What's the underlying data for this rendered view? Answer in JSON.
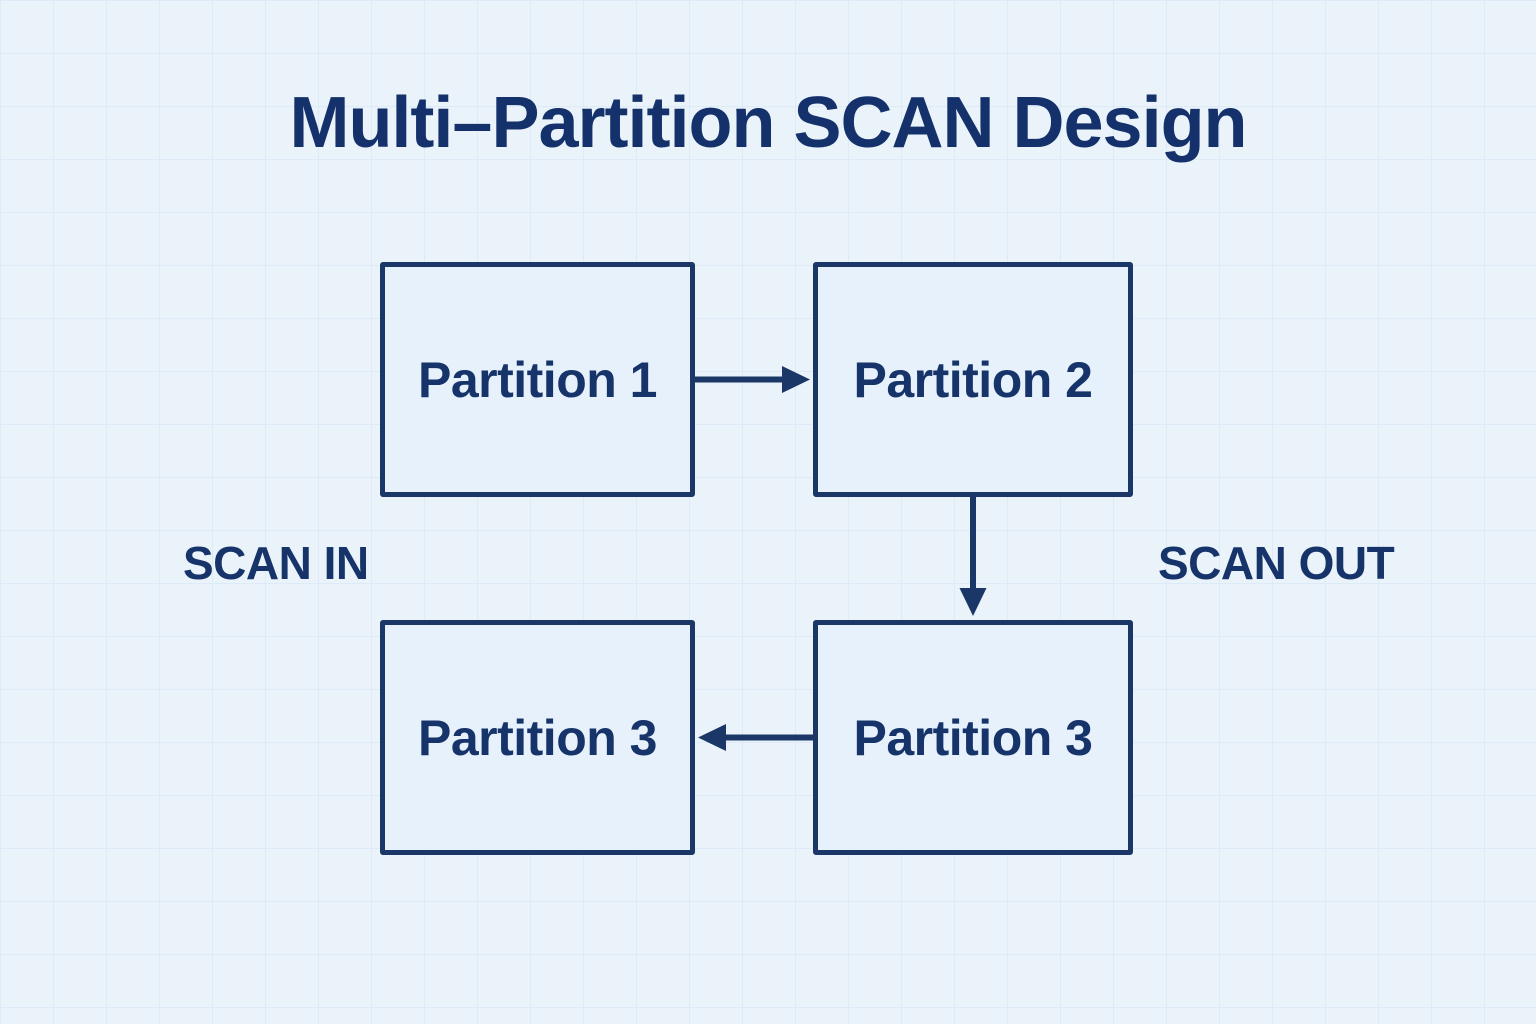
{
  "title": "Multi–Partition SCAN Design",
  "diagram": {
    "nodes": [
      {
        "id": "partition-1",
        "label": "Partition 1",
        "position": "top-left"
      },
      {
        "id": "partition-2",
        "label": "Partition 2",
        "position": "top-right"
      },
      {
        "id": "partition-3-left",
        "label": "Partition 3",
        "position": "bottom-left"
      },
      {
        "id": "partition-3-right",
        "label": "Partition 3",
        "position": "bottom-right"
      }
    ],
    "edges": [
      {
        "from": "partition-1",
        "to": "partition-2",
        "direction": "right"
      },
      {
        "from": "partition-2",
        "to": "partition-3-right",
        "direction": "down"
      },
      {
        "from": "partition-3-right",
        "to": "partition-3-left",
        "direction": "left"
      }
    ],
    "side_labels": {
      "left": "SCAN IN",
      "right": "SCAN OUT"
    }
  },
  "colors": {
    "background": "#eaf3fa",
    "grid_line": "#dcebf7",
    "node_fill": "#e6f1fc",
    "node_border": "#1b3768",
    "arrow": "#1b3768",
    "text_navy": "#17346a",
    "title_navy": "#14316b"
  }
}
